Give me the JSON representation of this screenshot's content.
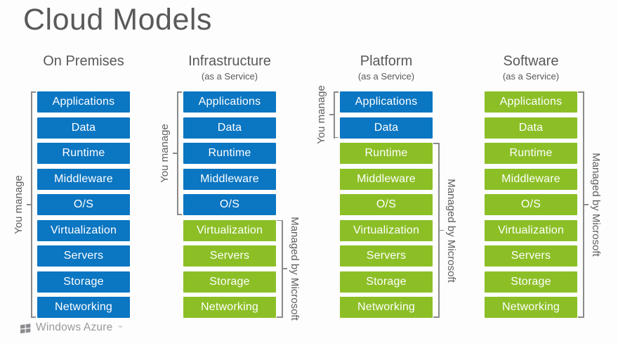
{
  "title": "Cloud Models",
  "logo": {
    "name": "Windows Azure",
    "tm": "™"
  },
  "bracket_labels": {
    "you_manage": "You manage",
    "managed_by_microsoft": "Managed by Microsoft"
  },
  "layers": [
    "Applications",
    "Data",
    "Runtime",
    "Middleware",
    "O/S",
    "Virtualization",
    "Servers",
    "Storage",
    "Networking"
  ],
  "columns": [
    {
      "title": "On Premises",
      "subtitle": "",
      "you_manage_layers": 9
    },
    {
      "title": "Infrastructure",
      "subtitle": "(as a Service)",
      "you_manage_layers": 5
    },
    {
      "title": "Platform",
      "subtitle": "(as a Service)",
      "you_manage_layers": 2
    },
    {
      "title": "Software",
      "subtitle": "(as a Service)",
      "you_manage_layers": 0
    }
  ],
  "colors": {
    "you_manage_blue": "#0B76C2",
    "microsoft_green": "#8CBF26",
    "heading_gray": "#595959",
    "bracket_gray": "#8A8A8A",
    "logo_gray": "#97999C",
    "background": "#FDFDFD"
  }
}
